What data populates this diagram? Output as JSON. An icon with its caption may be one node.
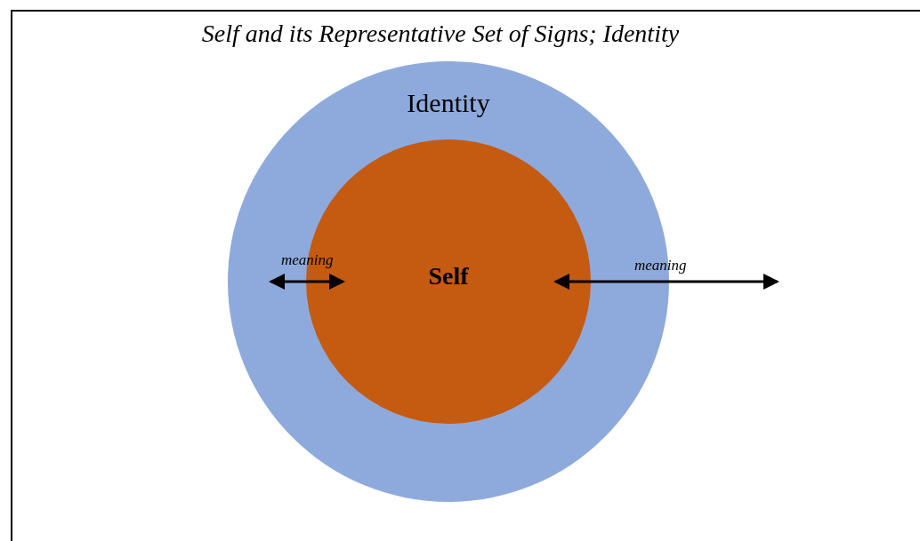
{
  "diagram": {
    "title": "Self and its Representative Set of Signs; Identity",
    "nodes": [
      {
        "text": [
          "Identity"
        ]
      },
      {
        "text": [
          "Self"
        ],
        "in": 0
      }
    ],
    "labels": [
      "meaning",
      "meaning"
    ]
  }
}
